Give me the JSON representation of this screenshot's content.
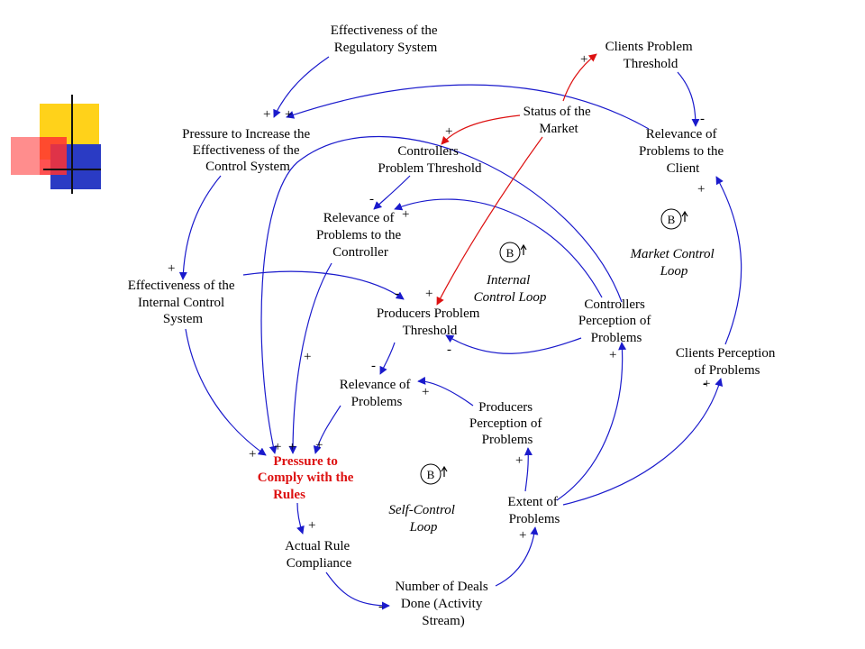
{
  "nodes": {
    "effectiveness_regulatory": [
      "Effectiveness of the",
      "Regulatory System"
    ],
    "clients_problem_threshold": [
      "Clients Problem",
      "Threshold"
    ],
    "pressure_increase": [
      "Pressure to Increase the",
      "Effectiveness of the",
      "Control System"
    ],
    "status_market": [
      "Status of the",
      "Market"
    ],
    "controllers_problem_threshold": [
      "Controllers",
      "Problem Threshold"
    ],
    "relevance_client": [
      "Relevance of",
      "Problems to the",
      "Client"
    ],
    "relevance_controller": [
      "Relevance of",
      "Problems to the",
      "Controller"
    ],
    "effectiveness_internal": [
      "Effectiveness of the",
      "Internal Control",
      "System"
    ],
    "producers_problem_threshold": [
      "Producers Problem",
      "Threshold"
    ],
    "controllers_perception": [
      "Controllers",
      "Perception of",
      "Problems"
    ],
    "clients_perception": [
      "Clients Perception",
      "of Problems"
    ],
    "relevance_problems": [
      "Relevance of",
      "Problems"
    ],
    "producers_perception": [
      "Producers",
      "Perception of",
      "Problems"
    ],
    "pressure_comply": [
      "Pressure to",
      "Comply with the",
      "Rules"
    ],
    "extent_problems": [
      "Extent of",
      "Problems"
    ],
    "actual_compliance": [
      "Actual Rule",
      "Compliance"
    ],
    "number_deals": [
      "Number of Deals",
      "Done (Activity",
      "Stream)"
    ]
  },
  "loops": {
    "market": {
      "marker": "B",
      "label": [
        "Market Control",
        "Loop"
      ]
    },
    "internal": {
      "marker": "B",
      "label": [
        "Internal",
        "Control Loop"
      ]
    },
    "self": {
      "marker": "B",
      "label": [
        "Self-Control",
        "Loop"
      ]
    }
  },
  "polarities": {
    "p1": "+",
    "p2": "+",
    "p3": "+",
    "p4": "-",
    "p5": "+",
    "p6": "-",
    "p7": "+",
    "p8": "+",
    "p9": "-",
    "p10": "+",
    "p11": "+",
    "p12": "-",
    "p13": "+",
    "p14": "-",
    "p15": "+",
    "p16": "+",
    "p17": "-",
    "p18": "+",
    "p19": "+",
    "p20": "+",
    "p21": "+",
    "p22": "+",
    "p23": "+",
    "p24": "+",
    "p25": "+",
    "p26": "-"
  },
  "colors": {
    "link": "#1a1acc",
    "market_link": "#dd1111",
    "focus_text": "#dd1111"
  },
  "icons": {
    "logo": "overlapping-squares-logo"
  }
}
